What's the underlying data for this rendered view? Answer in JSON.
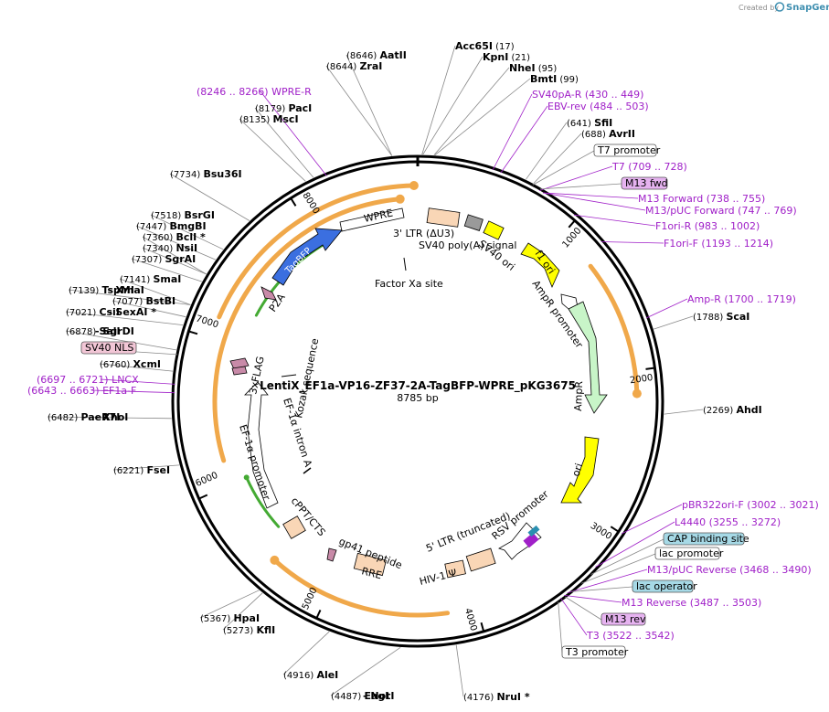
{
  "header": {
    "created_by": "Created by",
    "brand": "SnapGene"
  },
  "plasmid": {
    "name": "LentiX_EF1a-VP16-ZF37-2A-TagBFP-WPRE_pKG3675",
    "size": "8785 bp"
  },
  "ticks": [
    "1000",
    "2000",
    "3000",
    "4000",
    "5000",
    "6000",
    "7000",
    "8000"
  ],
  "enzymes": [
    {
      "name": "Acc65I",
      "pos": "(17)"
    },
    {
      "name": "KpnI",
      "pos": "(21)"
    },
    {
      "name": "NheI",
      "pos": "(95)"
    },
    {
      "name": "BmtI",
      "pos": "(99)"
    },
    {
      "name": "SfiI",
      "pos": "(641)"
    },
    {
      "name": "AvrII",
      "pos": "(688)"
    },
    {
      "name": "ScaI",
      "pos": "(1788)"
    },
    {
      "name": "AhdI",
      "pos": "(2269)"
    },
    {
      "name": "NruI *",
      "pos": "(4176)"
    },
    {
      "name": "EagI",
      "pos": "(4487)"
    },
    {
      "name": "- NotI",
      "pos": ""
    },
    {
      "name": "AleI",
      "pos": "(4916)"
    },
    {
      "name": "KflI",
      "pos": "(5273)"
    },
    {
      "name": "HpaI",
      "pos": "(5367)"
    },
    {
      "name": "FseI",
      "pos": "(6221)"
    },
    {
      "name": "PaeR7I",
      "pos": "(6482)"
    },
    {
      "name": "- XhoI",
      "pos": ""
    },
    {
      "name": "XcmI",
      "pos": "(6760)"
    },
    {
      "name": "SalI",
      "pos": "(6878)"
    },
    {
      "name": "- SgrDI",
      "pos": ""
    },
    {
      "name": "CsiI",
      "pos": "(7021)"
    },
    {
      "name": "- SexAI *",
      "pos": ""
    },
    {
      "name": "BstBI",
      "pos": "(7077)"
    },
    {
      "name": "TspMI",
      "pos": "(7139)"
    },
    {
      "name": "- XmaI",
      "pos": ""
    },
    {
      "name": "SmaI",
      "pos": "(7141)"
    },
    {
      "name": "SgrAI",
      "pos": "(7307)"
    },
    {
      "name": "NsiI",
      "pos": "(7340)"
    },
    {
      "name": "BclI *",
      "pos": "(7360)"
    },
    {
      "name": "BmgBI",
      "pos": "(7447)"
    },
    {
      "name": "BsrGI",
      "pos": "(7518)"
    },
    {
      "name": "Bsu36I",
      "pos": "(7734)"
    },
    {
      "name": "MscI",
      "pos": "(8135)"
    },
    {
      "name": "PacI",
      "pos": "(8179)"
    },
    {
      "name": "ZraI",
      "pos": "(8644)"
    },
    {
      "name": "AatII",
      "pos": "(8646)"
    }
  ],
  "primers": [
    {
      "name": "SV40pA-R",
      "pos": "(430 .. 449)"
    },
    {
      "name": "EBV-rev",
      "pos": "(484 .. 503)"
    },
    {
      "name": "T7",
      "pos": "(709 .. 728)"
    },
    {
      "name": "M13 Forward",
      "pos": "(738 .. 755)"
    },
    {
      "name": "M13/pUC Forward",
      "pos": "(747 .. 769)"
    },
    {
      "name": "F1ori-R",
      "pos": "(983 .. 1002)"
    },
    {
      "name": "F1ori-F",
      "pos": "(1193 .. 1214)"
    },
    {
      "name": "Amp-R",
      "pos": "(1700 .. 1719)"
    },
    {
      "name": "pBR322ori-F",
      "pos": "(3002 .. 3021)"
    },
    {
      "name": "L4440",
      "pos": "(3255 .. 3272)"
    },
    {
      "name": "M13/pUC Reverse",
      "pos": "(3468 .. 3490)"
    },
    {
      "name": "M13 Reverse",
      "pos": "(3487 .. 3503)"
    },
    {
      "name": "T3",
      "pos": "(3522 .. 3542)"
    },
    {
      "name": "EF1a-F",
      "pos": "(6643 .. 6663)"
    },
    {
      "name": "LNCX",
      "pos": "(6697 .. 6721)"
    },
    {
      "name": "WPRE-R",
      "pos": "(8246 .. 8266)"
    }
  ],
  "boxed_features": [
    {
      "name": "T7 promoter",
      "color": "#ffffff"
    },
    {
      "name": "M13 fwd",
      "color": "#e6b3f0"
    },
    {
      "name": "CAP binding site",
      "color": "#a6d9e6"
    },
    {
      "name": "lac promoter",
      "color": "#ffffff"
    },
    {
      "name": "lac operator",
      "color": "#a6d9e6"
    },
    {
      "name": "M13 rev",
      "color": "#e6b3f0"
    },
    {
      "name": "T3 promoter",
      "color": "#ffffff"
    },
    {
      "name": "SV40 NLS",
      "color": "#f2c6d6"
    }
  ],
  "map_features": [
    {
      "name": "3' LTR (ΔU3)"
    },
    {
      "name": "SV40 poly(A) signal"
    },
    {
      "name": "SV40 ori"
    },
    {
      "name": "f1 ori"
    },
    {
      "name": "AmpR promoter"
    },
    {
      "name": "AmpR"
    },
    {
      "name": "ori"
    },
    {
      "name": "RSV promoter"
    },
    {
      "name": "5' LTR (truncated)"
    },
    {
      "name": "HIV-1 Ψ"
    },
    {
      "name": "RRE"
    },
    {
      "name": "gp41 peptide"
    },
    {
      "name": "cPPT/CTS"
    },
    {
      "name": "EF-1α promoter"
    },
    {
      "name": "EF-1α intron A"
    },
    {
      "name": "Kozak sequence"
    },
    {
      "name": "3xFLAG"
    },
    {
      "name": "P2A"
    },
    {
      "name": "TagBFP"
    },
    {
      "name": "WPRE"
    },
    {
      "name": "Factor Xa site"
    }
  ],
  "colors": {
    "backbone": "#000000",
    "orf_orange": "#f0a84a",
    "promoter_green": "#c8f5c8",
    "ori_yellow": "#ffff00",
    "tagbfp_blue": "#3b6fe0",
    "ltr_peach": "#f9d6b6",
    "primer_purple": "#a020c8",
    "p2a_pink": "#c88aa8",
    "polyA_gray": "#9a9a9a"
  }
}
